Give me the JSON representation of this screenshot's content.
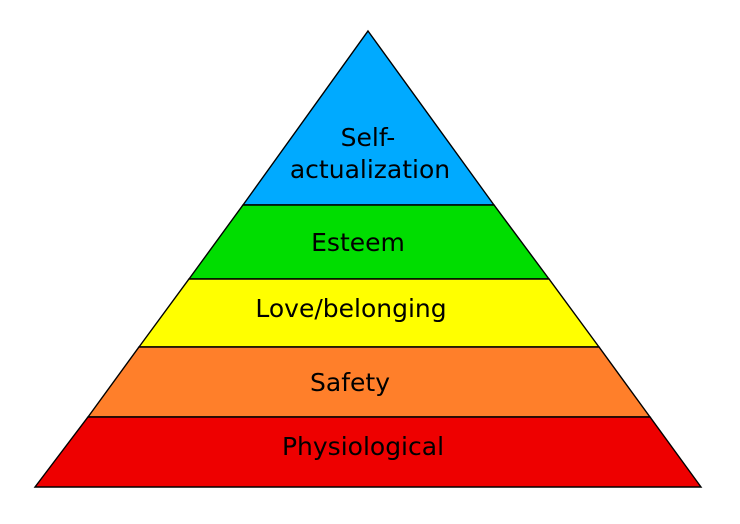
{
  "diagram": {
    "type": "pyramid",
    "tiers": [
      {
        "id": "self-actualization",
        "label_lines": [
          "Self-",
          "actualization"
        ],
        "color": "#00aaff"
      },
      {
        "id": "esteem",
        "label_lines": [
          "Esteem"
        ],
        "color": "#00dd00"
      },
      {
        "id": "love-belonging",
        "label_lines": [
          "Love/belonging"
        ],
        "color": "#ffff00"
      },
      {
        "id": "safety",
        "label_lines": [
          "Safety"
        ],
        "color": "#ff7f2a"
      },
      {
        "id": "physiological",
        "label_lines": [
          "Physiological"
        ],
        "color": "#ee0000"
      }
    ]
  }
}
